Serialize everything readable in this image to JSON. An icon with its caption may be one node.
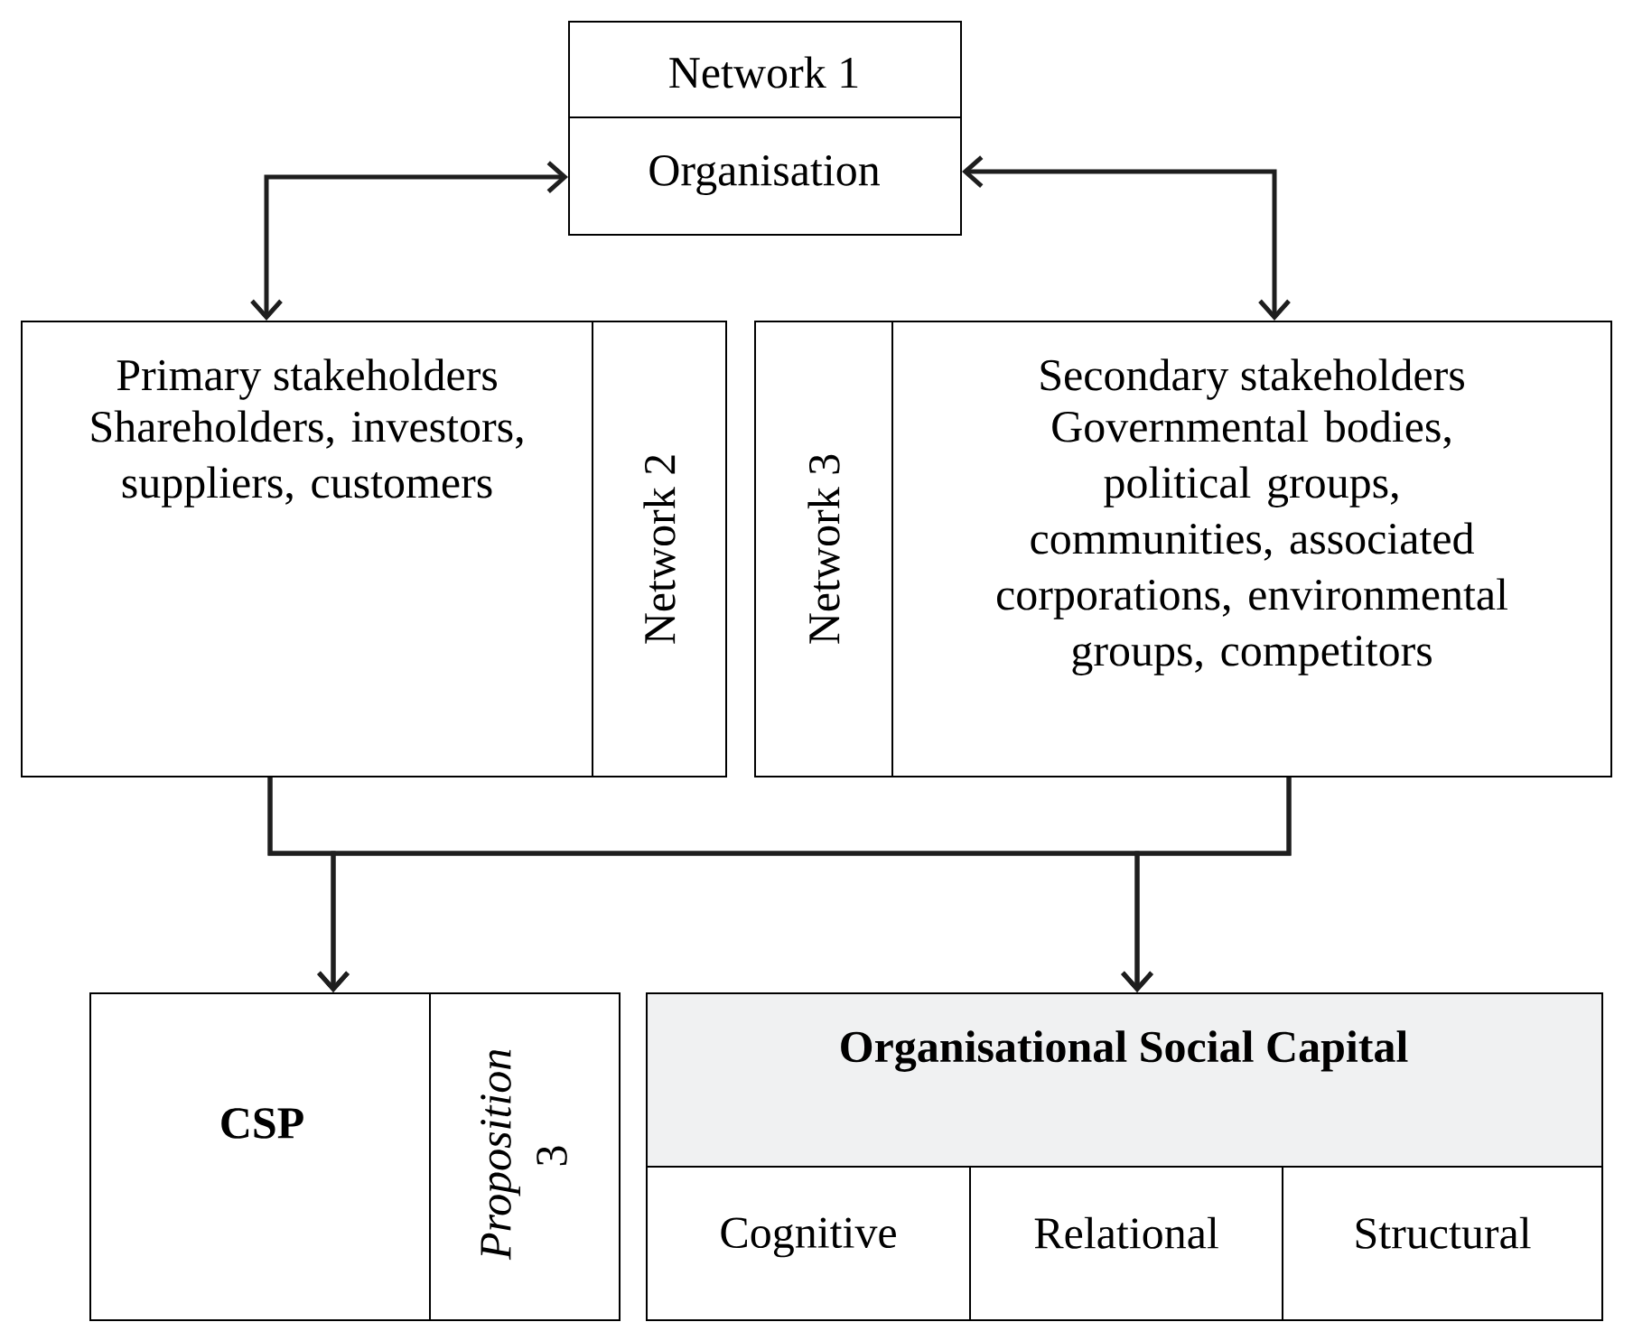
{
  "diagram": {
    "nodes": [
      {
        "text": [
          "Network 1",
          "Organisation"
        ]
      },
      {
        "text": [
          "Primary stakeholders",
          "Shareholders, investors, suppliers, customers",
          "Network 2"
        ]
      },
      {
        "text": [
          "Network 3",
          "Secondary stakeholders",
          "Governmental bodies, political groups, communities, associated corporations, environmental groups, competitors"
        ]
      },
      {
        "text": [
          "CSP",
          "*Proposition* 3"
        ]
      },
      {
        "text": [
          "Organisational Social Capital"
        ]
      },
      {
        "text": [
          "Cognitive"
        ],
        "in": 4
      },
      {
        "text": [
          "Relational"
        ],
        "in": 4
      },
      {
        "text": [
          "Structural"
        ],
        "in": 4
      }
    ],
    "edges": [
      {
        "from": 1,
        "to": 0,
        "arrow": "both"
      },
      {
        "from": 0,
        "to": 2,
        "arrow": "both"
      },
      {
        "from": 1,
        "to": 3,
        "arrow": "to"
      },
      {
        "from": 1,
        "to": 4,
        "arrow": "to"
      },
      {
        "from": 2,
        "to": 3,
        "arrow": "to"
      },
      {
        "from": 2,
        "to": 4,
        "arrow": "to"
      }
    ]
  }
}
